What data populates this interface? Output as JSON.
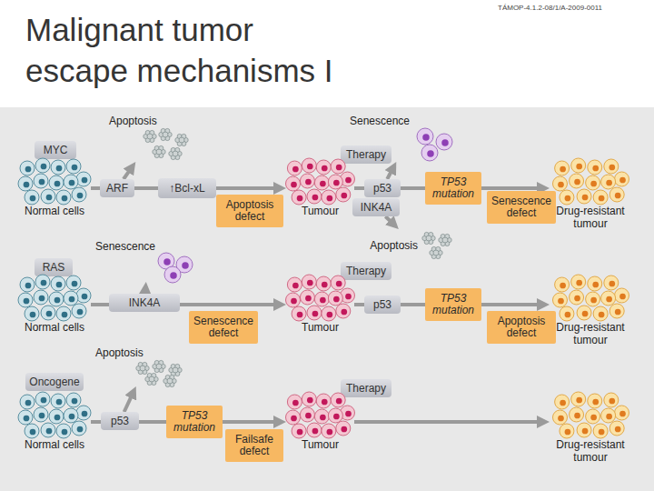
{
  "diagram": {
    "title": "Malignant tumor escape mechanisms I",
    "nodes": [
      {
        "text": [
          "Apoptosis"
        ]
      },
      {
        "text": [
          "Senescence"
        ]
      },
      {
        "text": [
          "MYC"
        ]
      },
      {
        "text": [
          "Therapy"
        ]
      },
      {
        "text": [
          "Normal cells"
        ]
      },
      {
        "text": [
          "ARF"
        ]
      },
      {
        "text": [
          "↑Bcl-xL"
        ]
      },
      {
        "text": [
          "Apoptosis defect"
        ]
      },
      {
        "text": [
          "Tumour"
        ]
      },
      {
        "text": [
          "p53"
        ]
      },
      {
        "text": [
          "INK4A"
        ]
      },
      {
        "text": [
          "TP53 mutation"
        ]
      },
      {
        "text": [
          "Senescence defect"
        ]
      },
      {
        "text": [
          "Drug-resistant tumour"
        ]
      },
      {
        "text": [
          "Apoptosis"
        ]
      },
      {
        "text": [
          "Senescence"
        ]
      },
      {
        "text": [
          "RAS"
        ]
      },
      {
        "text": [
          "Therapy"
        ]
      },
      {
        "text": [
          "INK4A"
        ]
      },
      {
        "text": [
          "Normal cells"
        ]
      },
      {
        "text": [
          "Senescence defect"
        ]
      },
      {
        "text": [
          "Tumour"
        ]
      },
      {
        "text": [
          "p53"
        ]
      },
      {
        "text": [
          "TP53 mutation"
        ]
      },
      {
        "text": [
          "Apoptosis defect"
        ]
      },
      {
        "text": [
          "Drug-resistant tumour"
        ]
      },
      {
        "text": [
          "Apoptosis"
        ]
      },
      {
        "text": [
          "Oncogene"
        ]
      },
      {
        "text": [
          "Therapy"
        ]
      },
      {
        "text": [
          "p53"
        ]
      },
      {
        "text": [
          "TP53 mutation"
        ]
      },
      {
        "text": [
          "Normal cells"
        ]
      },
      {
        "text": [
          "Failsafe defect"
        ]
      },
      {
        "text": [
          "Tumour"
        ]
      },
      {
        "text": [
          "Drug-resistant tumour"
        ]
      }
    ],
    "edges": [
      {
        "from": 4,
        "to": 8,
        "arrow": "to"
      },
      {
        "from": 5,
        "to": 0,
        "arrow": "to"
      },
      {
        "from": 8,
        "to": 13,
        "arrow": "to"
      },
      {
        "from": 9,
        "to": 1,
        "arrow": "to"
      },
      {
        "from": 10,
        "to": 14,
        "arrow": "to"
      },
      {
        "from": 19,
        "to": 21,
        "arrow": "to"
      },
      {
        "from": 18,
        "to": 15,
        "arrow": "to"
      },
      {
        "from": 21,
        "to": 25,
        "arrow": "to"
      },
      {
        "from": 31,
        "to": 33,
        "arrow": "to"
      },
      {
        "from": 29,
        "to": 26,
        "arrow": "to"
      },
      {
        "from": 33,
        "to": 34,
        "arrow": "to"
      }
    ],
    "labels": [
      "TÁMOP-4.1.2-08/1/A-2009-0011"
    ]
  }
}
